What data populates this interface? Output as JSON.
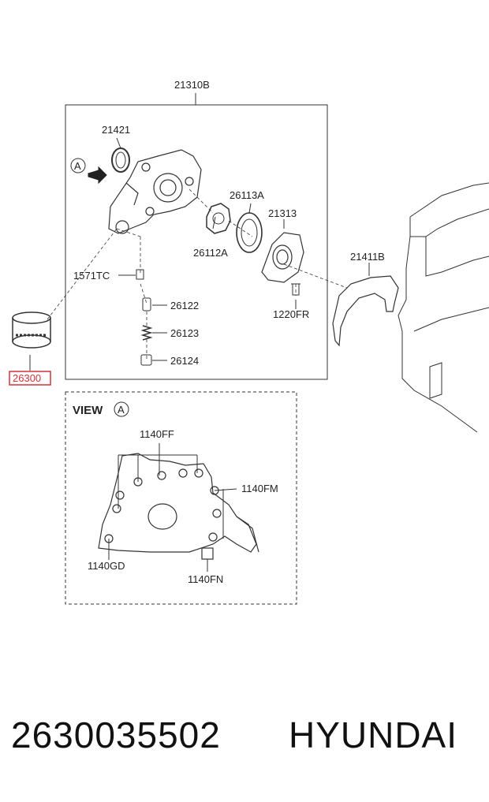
{
  "diagram": {
    "assembly_label": "21310B",
    "view_marker": "A",
    "view_title": "VIEW",
    "parts": {
      "seal": "21421",
      "rotor_outer": "26113A",
      "rotor_inner": "26112A",
      "cover": "21313",
      "gasket": "21411B",
      "bolt_tc": "1571TC",
      "bolt_fr": "1220FR",
      "plunger": "26122",
      "spring": "26123",
      "plug": "26124",
      "oil_filter": "26300"
    },
    "bolts": {
      "ff": "1140FF",
      "fm": "1140FM",
      "gd": "1140GD",
      "fn": "1140FN"
    },
    "highlight_color": "#d0343a"
  },
  "caption": {
    "part_number": "2630035502",
    "brand": "HYUNDAI"
  }
}
